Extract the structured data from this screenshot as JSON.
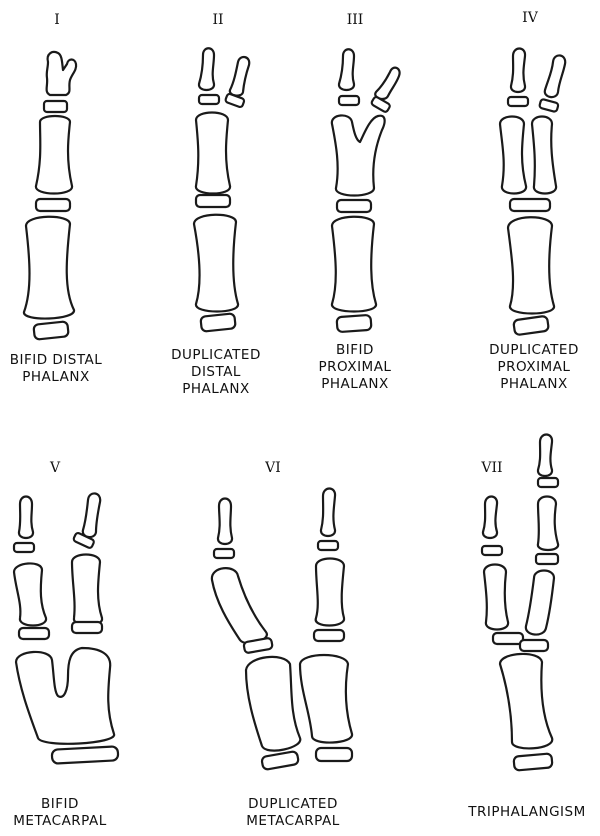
{
  "panels": [
    {
      "numeral": "I",
      "label": [
        "BIFID DISTAL",
        "PHALANX"
      ]
    },
    {
      "numeral": "II",
      "label": [
        "DUPLICATED",
        "DISTAL",
        "PHALANX"
      ]
    },
    {
      "numeral": "III",
      "label": [
        "BIFID",
        "PROXIMAL",
        "PHALANX"
      ]
    },
    {
      "numeral": "IV",
      "label": [
        "DUPLICATED",
        "PROXIMAL",
        "PHALANX"
      ]
    },
    {
      "numeral": "V",
      "label": [
        "BIFID",
        "METACARPAL"
      ]
    },
    {
      "numeral": "VI",
      "label": [
        "DUPLICATED",
        "METACARPAL"
      ]
    },
    {
      "numeral": "VII",
      "label": [
        "TRIPHALANGISM"
      ]
    }
  ]
}
